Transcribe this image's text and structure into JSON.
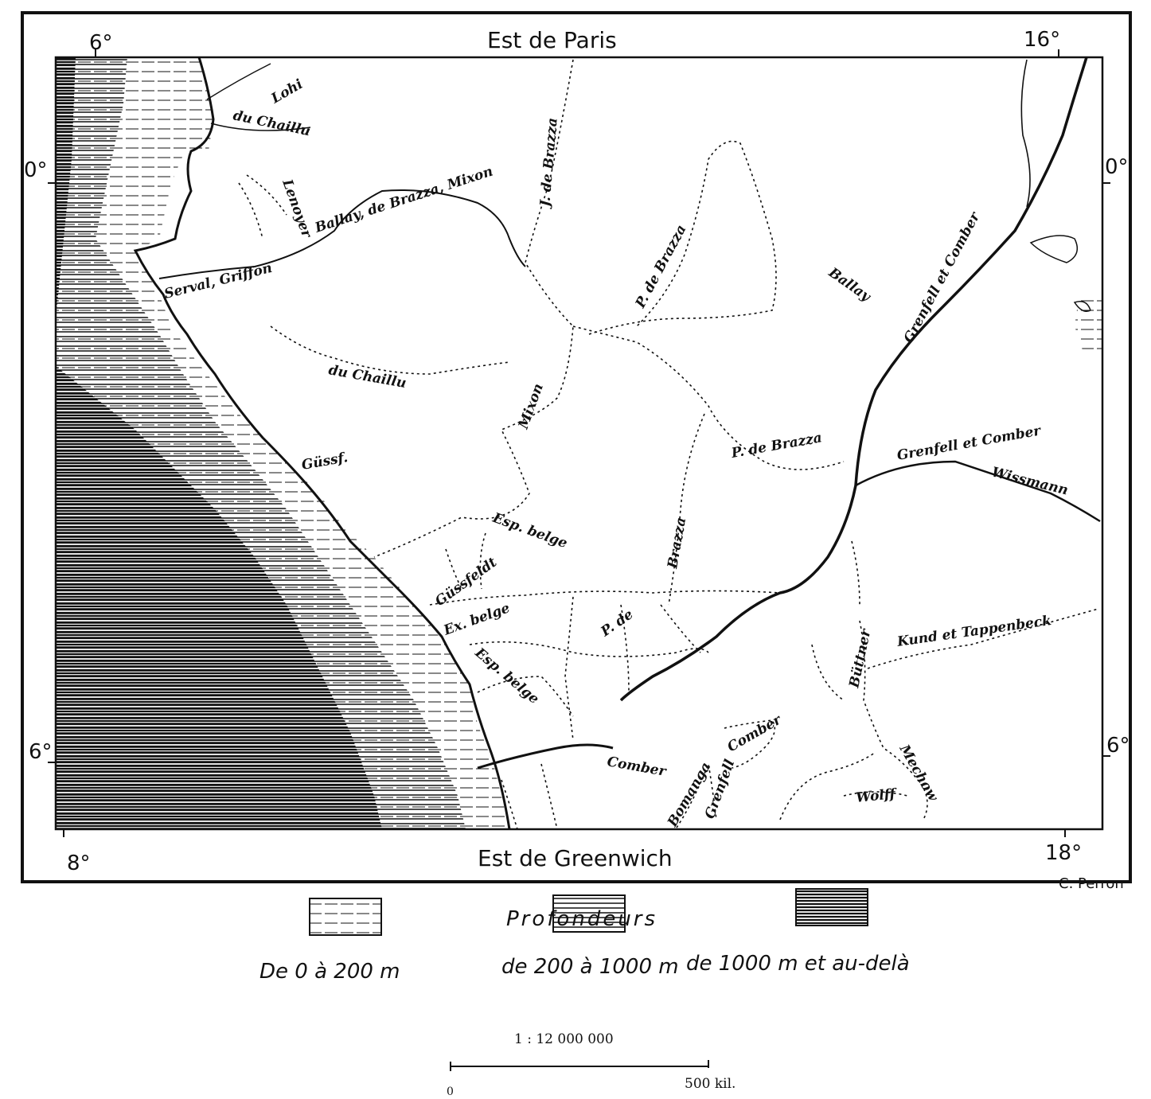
{
  "map": {
    "top_label": "Est de Paris",
    "bottom_label": "Est de Greenwich",
    "coords": {
      "top_left": "6°",
      "top_right": "16°",
      "left_upper": "0°",
      "right_upper": "0°",
      "left_lower": "6°",
      "right_lower": "6°",
      "bottom_left": "8°",
      "bottom_right": "18°"
    },
    "routes": {
      "lohi": "Lohi",
      "du_chaillu_top": "du Chaillu",
      "le_brazza": "J. de Brazza",
      "lenoyer": "Lenoyer",
      "de_brazza_mixon": "Ballay, de Brazza, Mixon",
      "p_de_brazza_north": "P. de Brazza",
      "serval": "Serval, Griffon",
      "ballay": "Ballay",
      "grenfell_combes": "Grenfell et Comber",
      "du_chaillu": "du Chaillu",
      "mixon": "Mixon",
      "gussf": "Güssf.",
      "p_de_brazza_mid": "P. de Brazza",
      "grenfell_mid": "Grenfell et Comber",
      "wissmann": "Wissmann",
      "esp_belge_1": "Esp. belge",
      "brazza": "Brazza",
      "gussfeldt": "Güssfeldt",
      "ex_belge": "Ex. belge",
      "p_de": "P. de",
      "esp_belge_2": "Esp. belge",
      "bittner": "Büttner",
      "kund": "Kund et Tappenbeck",
      "comber_1": "Comber",
      "comber_2": "Comber",
      "grenfell_low": "Grenfell",
      "bomanga": "Bomanga",
      "wolff": "Wolff",
      "mechow": "Mechow"
    }
  },
  "credit": "C. Perron",
  "legend": {
    "title": "Profondeurs",
    "items": [
      {
        "label": "De 0 à 200 m"
      },
      {
        "label": "de 200 à 1000 m"
      },
      {
        "label": "de 1000 m et au-delà"
      }
    ]
  },
  "scale": {
    "ratio": "1 : 12 000 000",
    "start": "0",
    "end": "500 kil."
  },
  "colors": {
    "ink": "#111111",
    "paper": "#ffffff"
  }
}
